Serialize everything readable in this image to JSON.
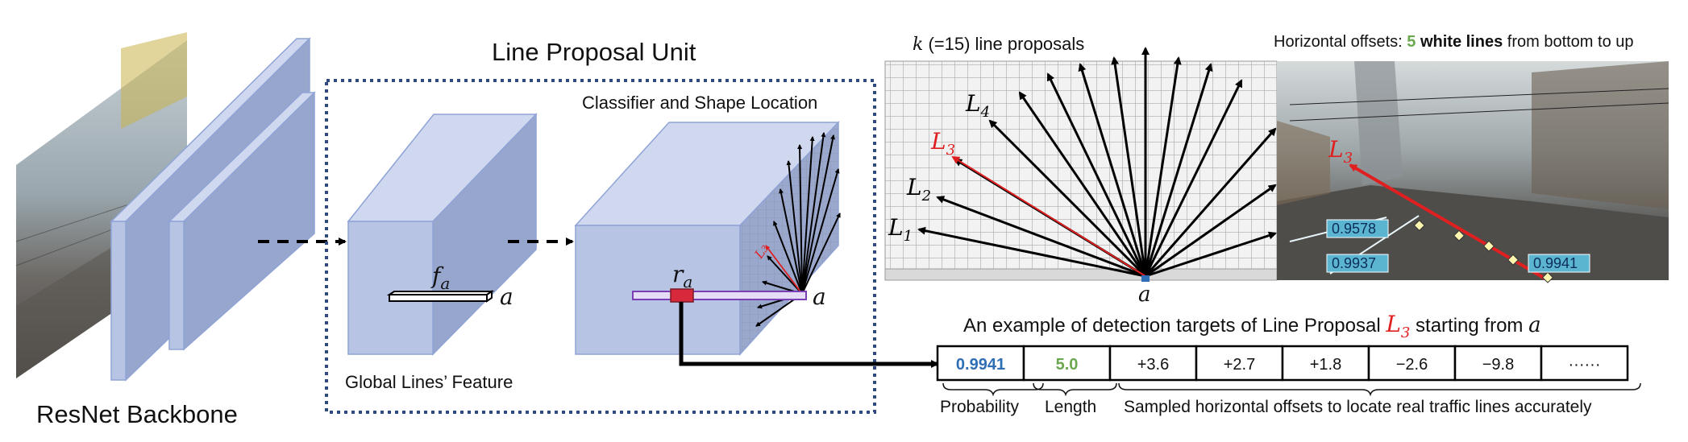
{
  "backbone": {
    "title": "ResNet Backbone"
  },
  "lpu": {
    "title": "Line Proposal Unit",
    "global_feature_label": "Global Lines’ Feature",
    "feature_symbol": "f",
    "feature_subscript": "a",
    "anchor_symbol": "a",
    "classifier_label": "Classifier and Shape Location",
    "region_symbol": "r",
    "region_subscript": "a",
    "inner_line_label": "L",
    "inner_line_sub": "3"
  },
  "proposals": {
    "title_k": "k",
    "title_rest": " (=15) line proposals",
    "anchor_symbol": "a",
    "line_labels": [
      {
        "name": "L",
        "sub": "1",
        "color": "#000000"
      },
      {
        "name": "L",
        "sub": "2",
        "color": "#000000"
      },
      {
        "name": "L",
        "sub": "3",
        "color": "#e02020"
      },
      {
        "name": "L",
        "sub": "4",
        "color": "#000000"
      }
    ]
  },
  "offsets_photo": {
    "caption_prefix": "Horizontal offsets: ",
    "caption_count": "5",
    "caption_bold": " white lines",
    "caption_suffix": " from bottom to up",
    "line_label": "L",
    "line_sub": "3",
    "scores": [
      "0.9578",
      "0.9937",
      "0.9941"
    ]
  },
  "targets": {
    "title_prefix": "An example of detection targets of Line Proposal ",
    "title_line": "L",
    "title_line_sub": "3",
    "title_mid": " starting from ",
    "title_anchor": "a",
    "cells": [
      "0.9941",
      "5.0",
      "+3.6",
      "+2.7",
      "+1.8",
      "−2.6",
      "−9.8",
      "······"
    ],
    "probability_label": "Probability",
    "length_label": "Length",
    "offsets_label": "Sampled horizontal offsets to locate real traffic lines accurately"
  },
  "colors": {
    "probability": "#2f6fb5",
    "length": "#6aa84f",
    "accent_red": "#e02020",
    "box_border": "#2f4a80",
    "cube_front": "#b7c4e4",
    "cube_top": "#cfd8ef",
    "cube_side": "#97a6cc"
  }
}
